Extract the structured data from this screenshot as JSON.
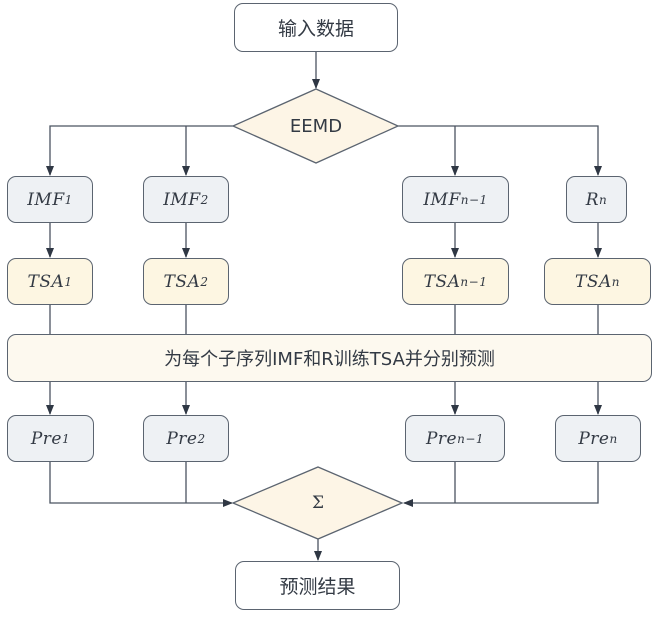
{
  "diagram": {
    "input": "输入数据",
    "decompose": "EEMD",
    "components": [
      {
        "base": "IMF",
        "sub": "1"
      },
      {
        "base": "IMF",
        "sub": "2"
      },
      {
        "base": "IMF",
        "sub": "n−1"
      },
      {
        "base": "R",
        "sub": "n"
      }
    ],
    "models": [
      {
        "base": "TSA",
        "sub": "1"
      },
      {
        "base": "TSA",
        "sub": "2"
      },
      {
        "base": "TSA",
        "sub": "n−1"
      },
      {
        "base": "TSA",
        "sub": "n"
      }
    ],
    "train_step": "为每个子序列IMF和R训练TSA并分别预测",
    "predictions": [
      {
        "base": "Pre",
        "sub": "1"
      },
      {
        "base": "Pre",
        "sub": "2"
      },
      {
        "base": "Pre",
        "sub": "n−1"
      },
      {
        "base": "Pre",
        "sub": "n"
      }
    ],
    "aggregate": "Σ",
    "output": "预测结果"
  },
  "colors": {
    "stroke": "#4a5360",
    "gray_fill": "#eef1f4",
    "cream_fill": "#fdf6e2",
    "diamond_fill": "#fdf5e6"
  }
}
